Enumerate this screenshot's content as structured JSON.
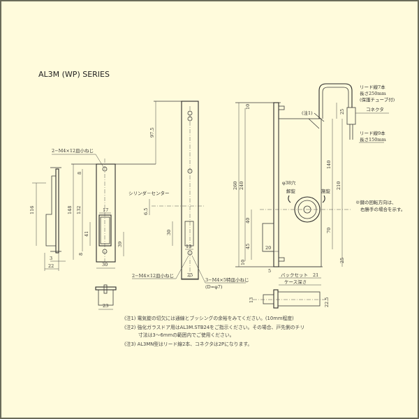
{
  "title": "AL3M (WP)  SERIES",
  "labels": {
    "screw_top": "2−M4×12皿小ねじ",
    "cylinder_center": "シリンダ－センター",
    "screw_bottom": "2−M4×12皿小ねじ",
    "screw_special": "3−M4×5特皿小ねじ",
    "screw_special_d": "(D=φ7)",
    "lead7_a": "リード線7本",
    "lead7_b": "長さ250mm",
    "lead7_c": "(保護チューブ付)",
    "connector": "コネクタ",
    "lead9_a": "リード線9本",
    "lead9_b": "長さ150mm",
    "note1_ref": "(注1)",
    "hole": "φ38穴",
    "unlock": "解錠",
    "lock": "施錠",
    "rotation_a": "※鍵の回転方向は、",
    "rotation_b": "右勝手の場合を示す。",
    "backset": "バックセット",
    "case_depth": "ケース深さ"
  },
  "dims": {
    "d97_5": "97.5",
    "d8a": "8",
    "d116": "116",
    "d148": "148",
    "d132": "132",
    "d17": "17",
    "d41": "41",
    "d39": "39",
    "d8b": "8",
    "d30a": "30",
    "d3": "3",
    "d22": "22",
    "d23": "23",
    "d6_5": "6.5",
    "d30b": "30",
    "d13a": "13",
    "d25a": "25",
    "d260": "260",
    "d240": "240",
    "d10a": "10",
    "d40": "40",
    "d45": "45",
    "d10b": "10",
    "d20": "20",
    "d5": "5",
    "d21": "21",
    "d25b": "25",
    "d140": "140",
    "d210": "210",
    "d70": "70",
    "d25c": "25",
    "d13b": "13",
    "d22_5": "22.5"
  },
  "notes": [
    "(注1) 電気錠の切欠には通線とブッシングの余裕をみてください。(10mm程度)",
    "(注2) 強化ガラスドア用はAL3M.STB24をご指示ください。その場合、戸先側のチリ",
    "寸法は3〜6mmの範囲内でご使用ください。",
    "(注3) AL3MN型はリード線2本、コネクタは2Pになります。"
  ]
}
